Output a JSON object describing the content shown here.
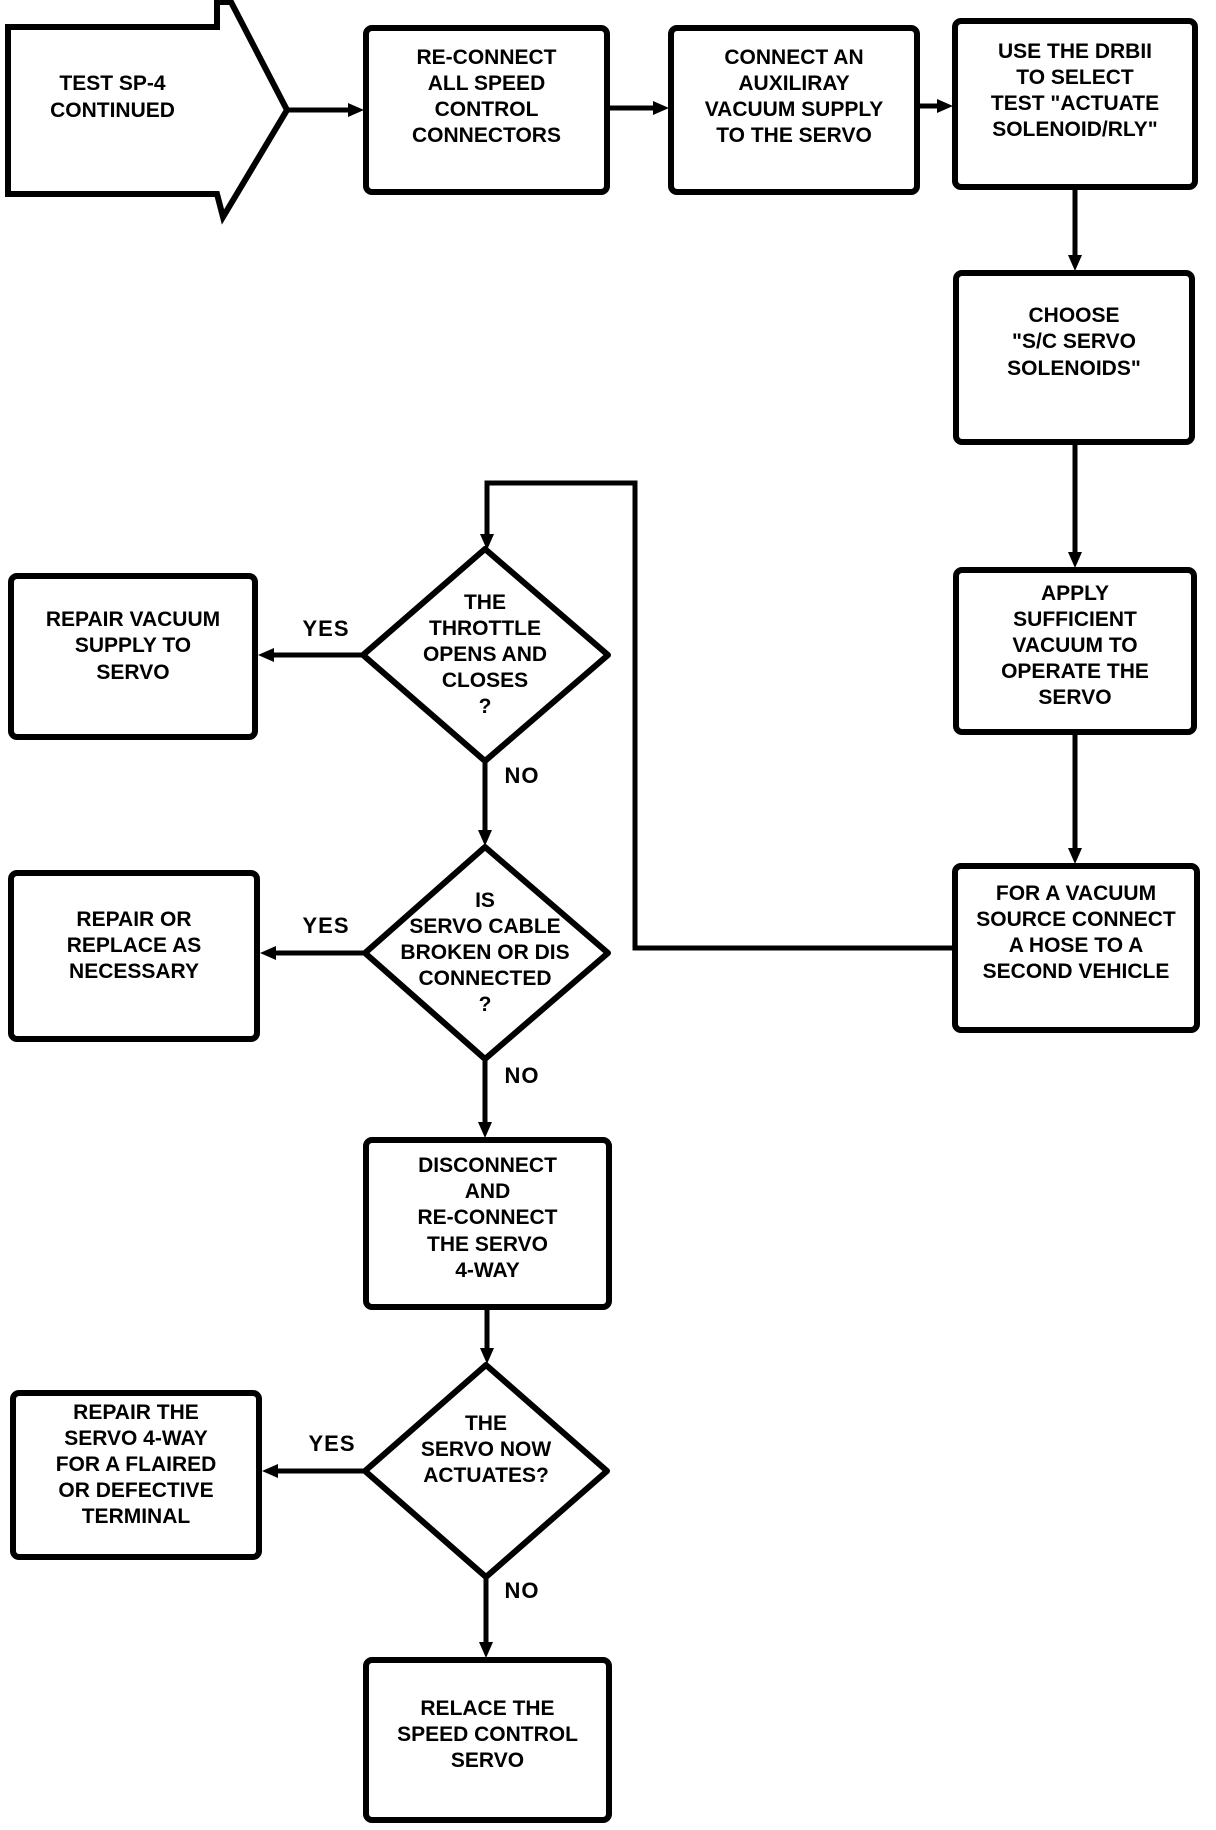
{
  "page": {
    "background": "#ffffff",
    "ink": "#000000"
  },
  "diagram": {
    "type": "flowchart",
    "nodes": {
      "start": "TEST SP-4\nCONTINUED",
      "reconnect_connectors": "RE-CONNECT\nALL SPEED\nCONTROL\nCONNECTORS",
      "aux_vacuum": "CONNECT AN\nAUXILIRAY\nVACUUM SUPPLY\nTO THE SERVO",
      "use_drb": "USE THE DRBII\nTO SELECT\nTEST \"ACTUATE\nSOLENOID/RLY\"",
      "choose_solenoids": "CHOOSE\n\"S/C SERVO\nSOLENOIDS\"",
      "apply_vacuum": "APPLY\nSUFFICIENT\nVACUUM TO\nOPERATE THE\nSERVO",
      "vacuum_source": "FOR A VACUUM\nSOURCE CONNECT\nA HOSE TO A\nSECOND VEHICLE",
      "throttle_decision": "THE\nTHROTTLE\nOPENS AND\nCLOSES\n?",
      "repair_vacuum": "REPAIR VACUUM\nSUPPLY TO\nSERVO",
      "cable_decision": "IS\nSERVO CABLE\nBROKEN OR DIS\nCONNECTED\n?",
      "repair_replace": "REPAIR OR\nREPLACE AS\nNECESSARY",
      "reconnect_4way": "DISCONNECT\nAND\nRE-CONNECT\nTHE SERVO\n4-WAY",
      "actuates_decision": "THE\nSERVO NOW\nACTUATES?",
      "repair_4way": "REPAIR THE\nSERVO 4-WAY\nFOR A FLAIRED\nOR DEFECTIVE\nTERMINAL",
      "replace_servo": "RELACE THE\nSPEED CONTROL\nSERVO"
    },
    "branch_labels": {
      "throttle_yes": "YES",
      "throttle_no": "NO",
      "cable_yes": "YES",
      "cable_no": "NO",
      "actuates_yes": "YES",
      "actuates_no": "NO"
    }
  }
}
